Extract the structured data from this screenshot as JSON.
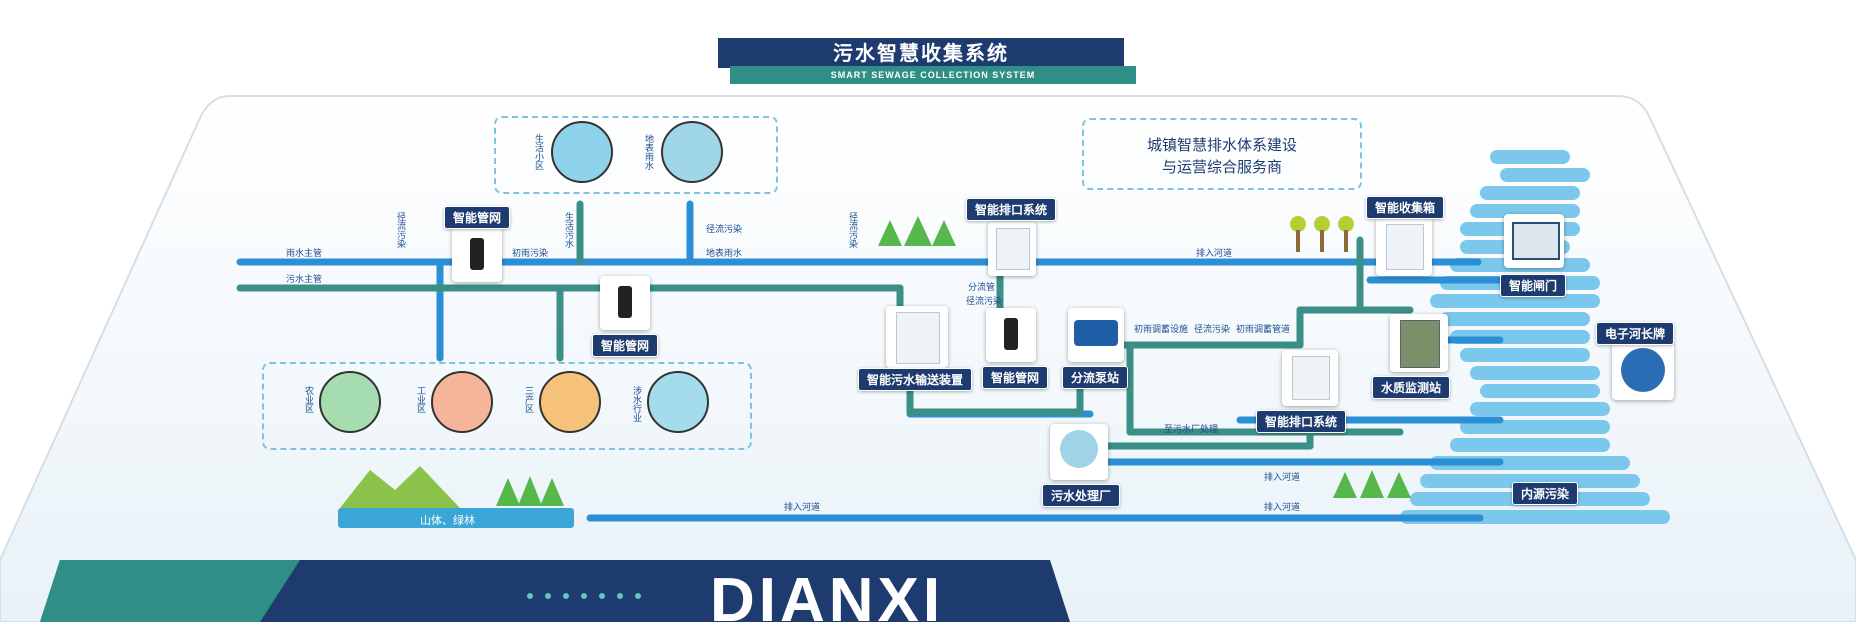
{
  "header": {
    "title": "污水智慧收集系统",
    "subtitle": "SMART SEWAGE COLLECTION SYSTEM"
  },
  "company": {
    "line1": "城镇智慧排水体系建设",
    "line2": "与运营综合服务商"
  },
  "brand": "DIANXI",
  "nodes": {
    "smart_pipe_1": "智能管网",
    "smart_pipe_2": "智能管网",
    "smart_pipe_3": "智能管网",
    "outfall_1": "智能排口系统",
    "outfall_2": "智能排口系统",
    "collector_box": "智能收集箱",
    "smart_gate": "智能闸门",
    "transport": "智能污水输送装置",
    "pump": "分流泵站",
    "water_station": "水质监测站",
    "river_chief": "电子河长牌",
    "plant": "污水处理厂",
    "internal": "内源污染",
    "mountain": "山体、绿林"
  },
  "pipes": {
    "rain_main": "雨水主管",
    "sewage_main": "污水主管",
    "runoff_1": "径流污染",
    "runoff_2": "径流污染",
    "runoff_3": "径流污染",
    "runoff_4": "径流污染",
    "runoff_5": "径流污染",
    "domestic": "生活污水",
    "surface_runoff": "地表雨水",
    "initial_rain": "初雨污染",
    "to_river_1": "排入河道",
    "to_river_2": "排入河道",
    "to_river_3": "排入河道",
    "to_river_4": "排入河道",
    "split": "分流管",
    "init_facility": "初雨调蓄设施",
    "init_pipe": "初雨调蓄管道",
    "to_plant": "至污水厂处理"
  },
  "sources_top": {
    "item1": "生活小区",
    "item2": "地表雨水"
  },
  "sources_bottom": {
    "item1": "农业区",
    "item2": "工业区",
    "item3": "三产区",
    "item4": "涉水行业"
  },
  "colors": {
    "navy": "#1d3b6e",
    "teal": "#2f8f86",
    "rain": "#2b8fd6",
    "sewage": "#3a8f86",
    "water": "#7cc8ec"
  }
}
